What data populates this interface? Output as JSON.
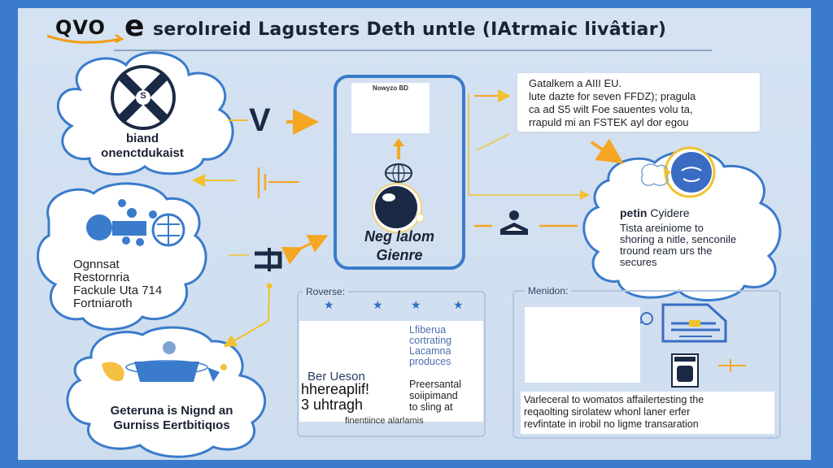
{
  "header": {
    "logo_text": "QVO",
    "logo_letter": "e",
    "title": "serolıreid Lagusters Deth untle (IAtrmaic livâtiar)"
  },
  "colors": {
    "frame_blue": "#3a7bcb",
    "panel_bg": "#d4e2f2",
    "accent_orange": "#f5a623",
    "ink": "#1b2233"
  },
  "top_left_cloud": {
    "icon": "x-circle-icon",
    "icon_letter": "S",
    "lines": [
      "biand",
      "onenctdukaist"
    ]
  },
  "connector_symbol": "V",
  "center_node": {
    "card_label": "Nowyzo BD",
    "title_lines": [
      "Neg lalom",
      "Gienre"
    ]
  },
  "note_card": {
    "lines": [
      "Gatalkem a AIII EU.",
      "lute dazte for seven FFDZ); pragula",
      "ca ad S5 wilt Foe sauentes volu ta,",
      "rrapuld mi an FSTEK ayl dor egou"
    ]
  },
  "right_cloud": {
    "title_bold": "petin",
    "title_rest": " Cyidere",
    "lines": [
      "Tista areiniome to",
      "shoring a nitle, senconile",
      "tround ream urs the",
      "secures"
    ]
  },
  "left_cloud": {
    "lines": [
      "Ognnsat",
      "Restornria",
      "Fackule Uta 714",
      "Fortniaroth"
    ]
  },
  "bottom_cloud": {
    "lines": [
      "Geteruna is Nignd an",
      "Gurniss Eertbitiqıos"
    ]
  },
  "review_panel": {
    "legend": "Roverse:",
    "stars": 4,
    "left_a": "Ber Ueson",
    "left_b": [
      "hhereaplif!",
      "3 uhtragh"
    ],
    "right_top": [
      "Lfiberua",
      "cortrating",
      "Lacamna",
      "produces"
    ],
    "right_bottom": [
      "Preersantal",
      "soiipimand",
      "to sling at"
    ],
    "footer": "finentiince alarlamis"
  },
  "mention_panel": {
    "legend": "Menidon:",
    "text": [
      "Varleceral to womatos affailertesting the",
      "reqaolting sirolatew whonl laner erfer",
      "revfintate in irobil no ligme transaration"
    ]
  }
}
